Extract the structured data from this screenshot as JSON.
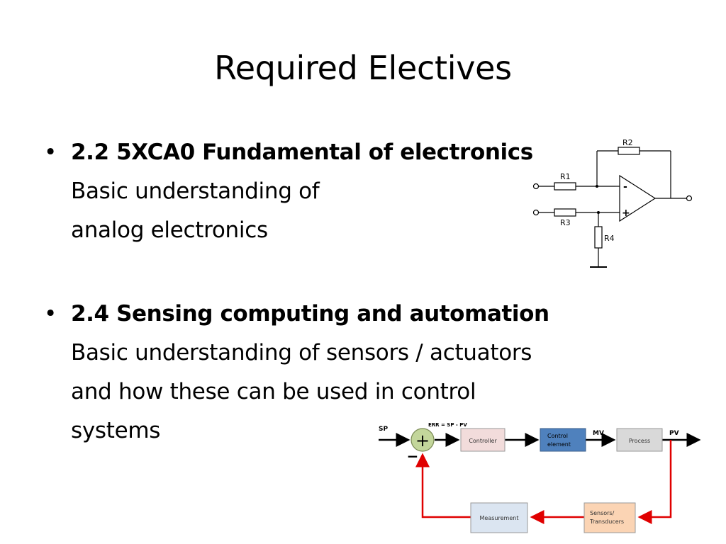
{
  "slide": {
    "title": "Required Electives",
    "bullets": [
      {
        "glyph": "•",
        "heading": "2.2 5XCA0 Fundamental of electronics",
        "lines": [
          "Basic understanding of",
          "analog electronics"
        ]
      },
      {
        "glyph": "•",
        "heading": "2.4 Sensing computing and automation",
        "lines": [
          "Basic understanding of sensors / actuators",
          "and how these can be used in control",
          "systems"
        ]
      }
    ]
  },
  "opamp_diagram": {
    "labels": {
      "r1": "R1",
      "r2": "R2",
      "r3": "R3",
      "r4": "R4",
      "minus": "-",
      "plus": "+"
    }
  },
  "control_diagram": {
    "labels": {
      "sp": "SP",
      "err": "ERR = SP - PV",
      "sum_plus": "+",
      "sum_minus": "−",
      "controller": "Controller",
      "control_element_1": "Control",
      "control_element_2": "element",
      "mv": "MV",
      "process": "Process",
      "pv": "PV",
      "sensors_1": "Sensors/",
      "sensors_2": "Transducers",
      "measurement": "Measurement"
    },
    "colors": {
      "controller_fill": "#f2dcdb",
      "control_element_fill": "#4f81bd",
      "process_fill": "#d9d9d9",
      "sensors_fill": "#fbd4b4",
      "measurement_fill": "#dbe5f1",
      "summer_fill": "#c3d69b",
      "feedback_line": "#e00000",
      "forward_line": "#000000"
    }
  }
}
